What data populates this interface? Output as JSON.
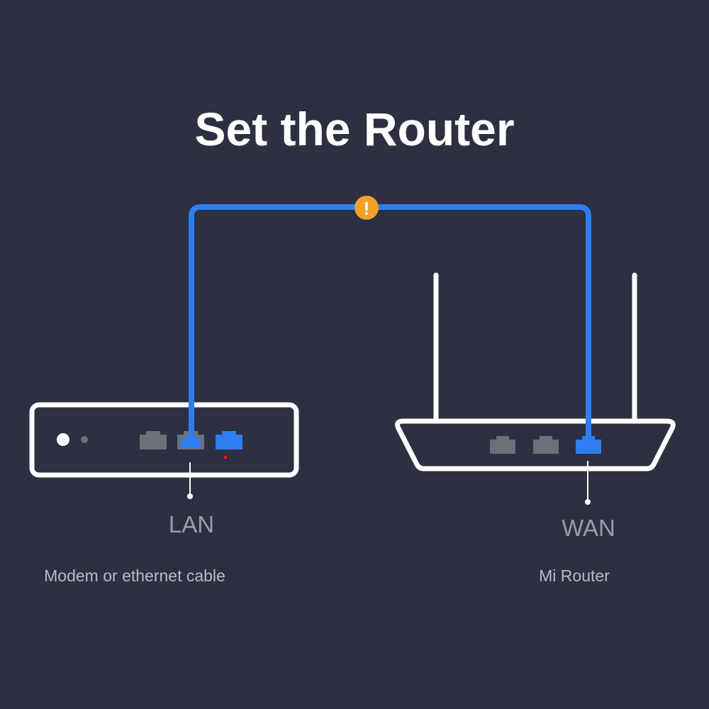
{
  "title": "Set the Router",
  "modem": {
    "caption": "Modem or ethernet cable",
    "port_label": "LAN"
  },
  "router": {
    "caption": "Mi Router",
    "port_label": "WAN"
  },
  "warning": {
    "symbol": "!"
  },
  "colors": {
    "background": "#2c3040",
    "device_outline": "#ffffff",
    "cable": "#2f7ef0",
    "inactive_port": "#6e7077",
    "warning": "#f0a12b",
    "indicator": "#e02020",
    "label_text": "#9a9ea8"
  }
}
